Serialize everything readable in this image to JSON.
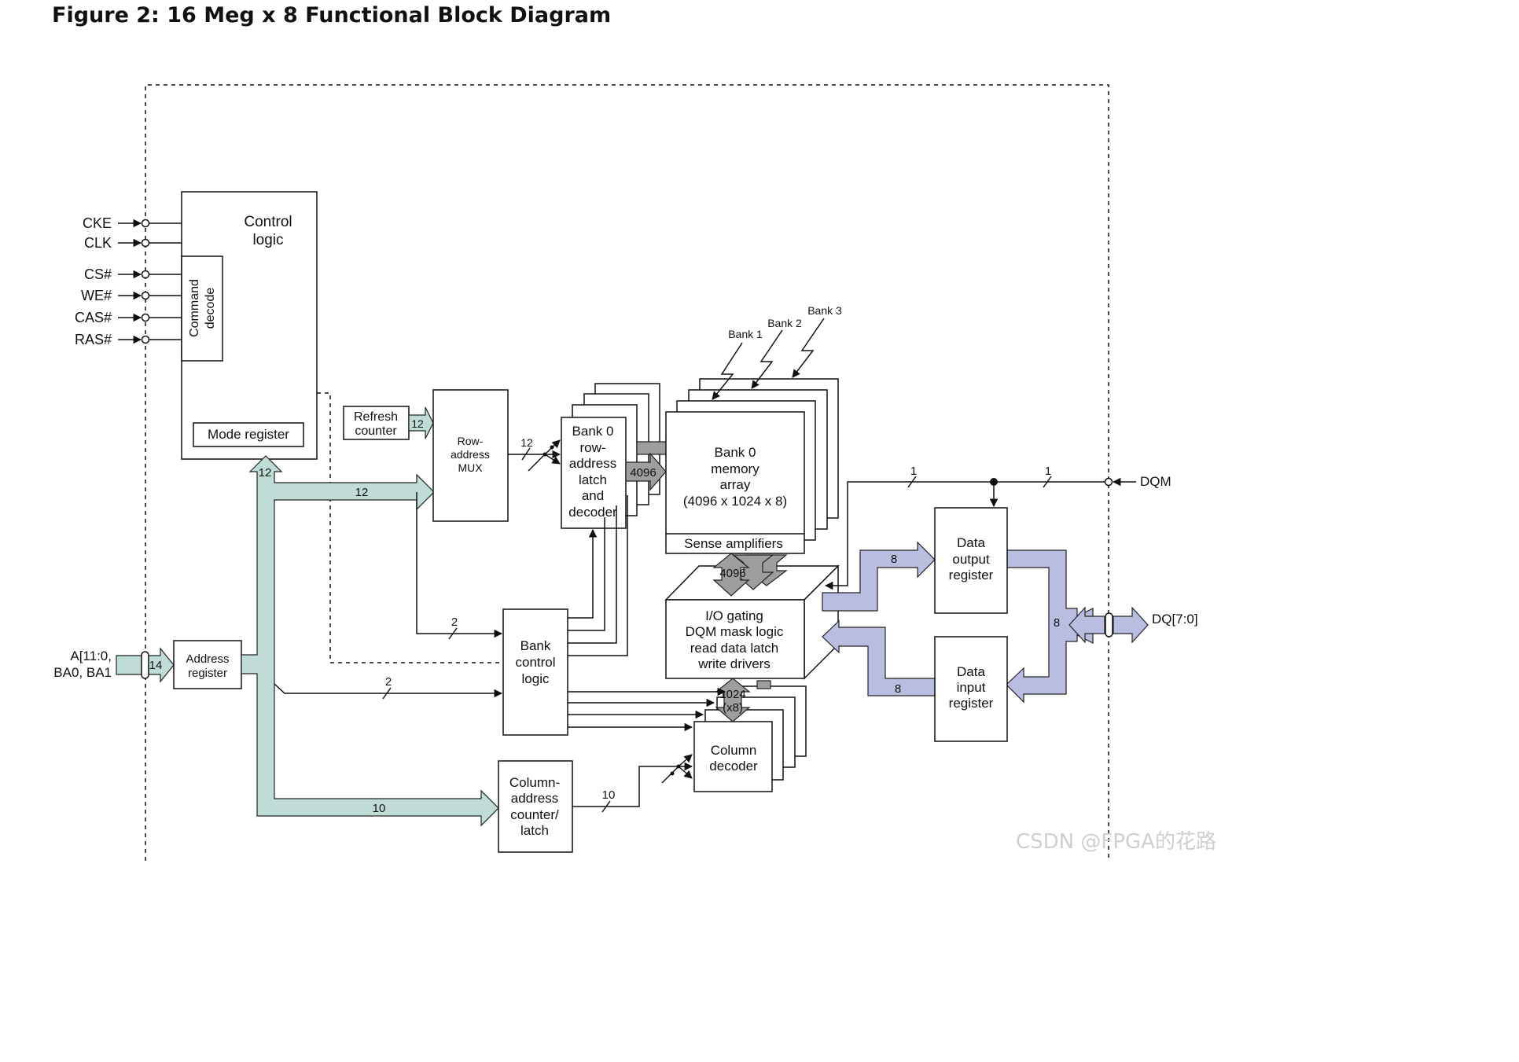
{
  "title": "Figure 2: 16 Meg x 8 Functional Block Diagram",
  "control": {
    "title_line1": "Control",
    "title_line2": "logic",
    "cmd_line1": "Command",
    "cmd_line2": "decode",
    "mode_register": "Mode register"
  },
  "pins": {
    "cke": "CKE",
    "clk": "CLK",
    "cs": "CS#",
    "we": "WE#",
    "cas": "CAS#",
    "ras": "RAS#",
    "addr_line1": "A[11:0,",
    "addr_line2": "BA0, BA1",
    "dqm": "DQM",
    "dq": "DQ[7:0]"
  },
  "blocks": {
    "refresh_line1": "Refresh",
    "refresh_line2": "counter",
    "mux_line1": "Row-",
    "mux_line2": "address",
    "mux_line3": "MUX",
    "rowdec": [
      "Bank 0",
      "row-",
      "address",
      "latch",
      "and",
      "decoder"
    ],
    "array": [
      "Bank 0",
      "memory",
      "array",
      "(4096 x 1024 x 8)"
    ],
    "sense": "Sense amplifiers",
    "bank_labels": [
      "Bank 1",
      "Bank 2",
      "Bank 3"
    ],
    "io": [
      "I/O gating",
      "DQM mask logic",
      "read data latch",
      "write drivers"
    ],
    "addr_reg_line1": "Address",
    "addr_reg_line2": "register",
    "bank_ctrl": [
      "Bank",
      "control",
      "logic"
    ],
    "col_counter": [
      "Column-",
      "address",
      "counter/",
      "latch"
    ],
    "col_decoder": [
      "Column",
      "decoder"
    ],
    "data_out": [
      "Data",
      "output",
      "register"
    ],
    "data_in": [
      "Data",
      "input",
      "register"
    ]
  },
  "bus_widths": {
    "addr_in": "14",
    "to_control": "12",
    "to_mux": "12",
    "refresh": "12",
    "mux_out": "12",
    "row_bus": "4096",
    "sense_bus": "4096",
    "col_bus_line1": "1024",
    "col_bus_line2": "(x8)",
    "col_addr": "10",
    "col_out": "10",
    "bank_sel1": "2",
    "bank_sel2": "2",
    "dqm1": "1",
    "dqm2": "1",
    "read": "8",
    "write": "8",
    "dq": "8"
  },
  "watermark": "CSDN @FPGA的花路",
  "colors": {
    "teal_bus": "#bfdcd7",
    "gray_bus": "#9e9e9e",
    "purple_bus": "#b9bddf"
  }
}
